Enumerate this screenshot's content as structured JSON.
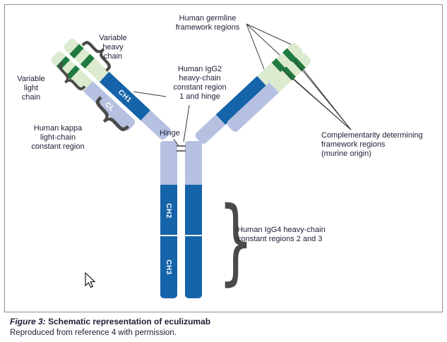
{
  "colors": {
    "dark_blue": "#1563a8",
    "lavender": "#b6c1e1",
    "pale_green": "#dcead0",
    "dark_green": "#1e7a3e",
    "line": "#3a3a3a"
  },
  "annotations": {
    "germline": {
      "line1": "Human germline",
      "line2": "framework regions"
    },
    "variable_heavy": {
      "line1": "Variable",
      "line2": "heavy",
      "line3": "chain"
    },
    "variable_light": {
      "line1": "Variable",
      "line2": "light",
      "line3": "chain"
    },
    "igg2": {
      "line1": "Human IgG2",
      "line2": "heavy-chain",
      "line3": "constant region",
      "line4": "1 and hinge"
    },
    "kappa": {
      "line1": "Human kappa",
      "line2": "light-chain",
      "line3": "constant region"
    },
    "hinge": "Hinge",
    "cdr": {
      "line1": "Complementarity determining",
      "line2": "framework regions",
      "line3": "(murine origin)"
    },
    "igg4": {
      "line1": "Human IgG4 heavy-chain",
      "line2": "constant regions 2 and 3"
    }
  },
  "domains": {
    "ch1": "CH1",
    "cl": "CL",
    "ch2": "CH2",
    "ch3": "CH3"
  },
  "caption": {
    "label": "Figure 3:",
    "title": " Schematic representation of eculizumab",
    "credit": "Reproduced from reference 4 with permission."
  }
}
